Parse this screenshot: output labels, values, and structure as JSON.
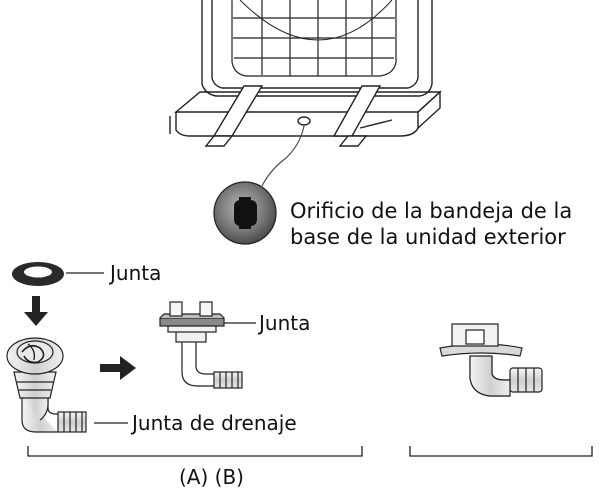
{
  "labels": {
    "orifice_line1": "Orificio de la bandeja de la",
    "orifice_line2": "base de la unidad exterior",
    "seal_ring": "Junta",
    "seal_mounted": "Junta",
    "drain_joint": "Junta de drenaje",
    "caption": "(A) (B)"
  },
  "icons": {
    "step_down": "arrow-down-icon",
    "step_right": "arrow-right-icon"
  }
}
